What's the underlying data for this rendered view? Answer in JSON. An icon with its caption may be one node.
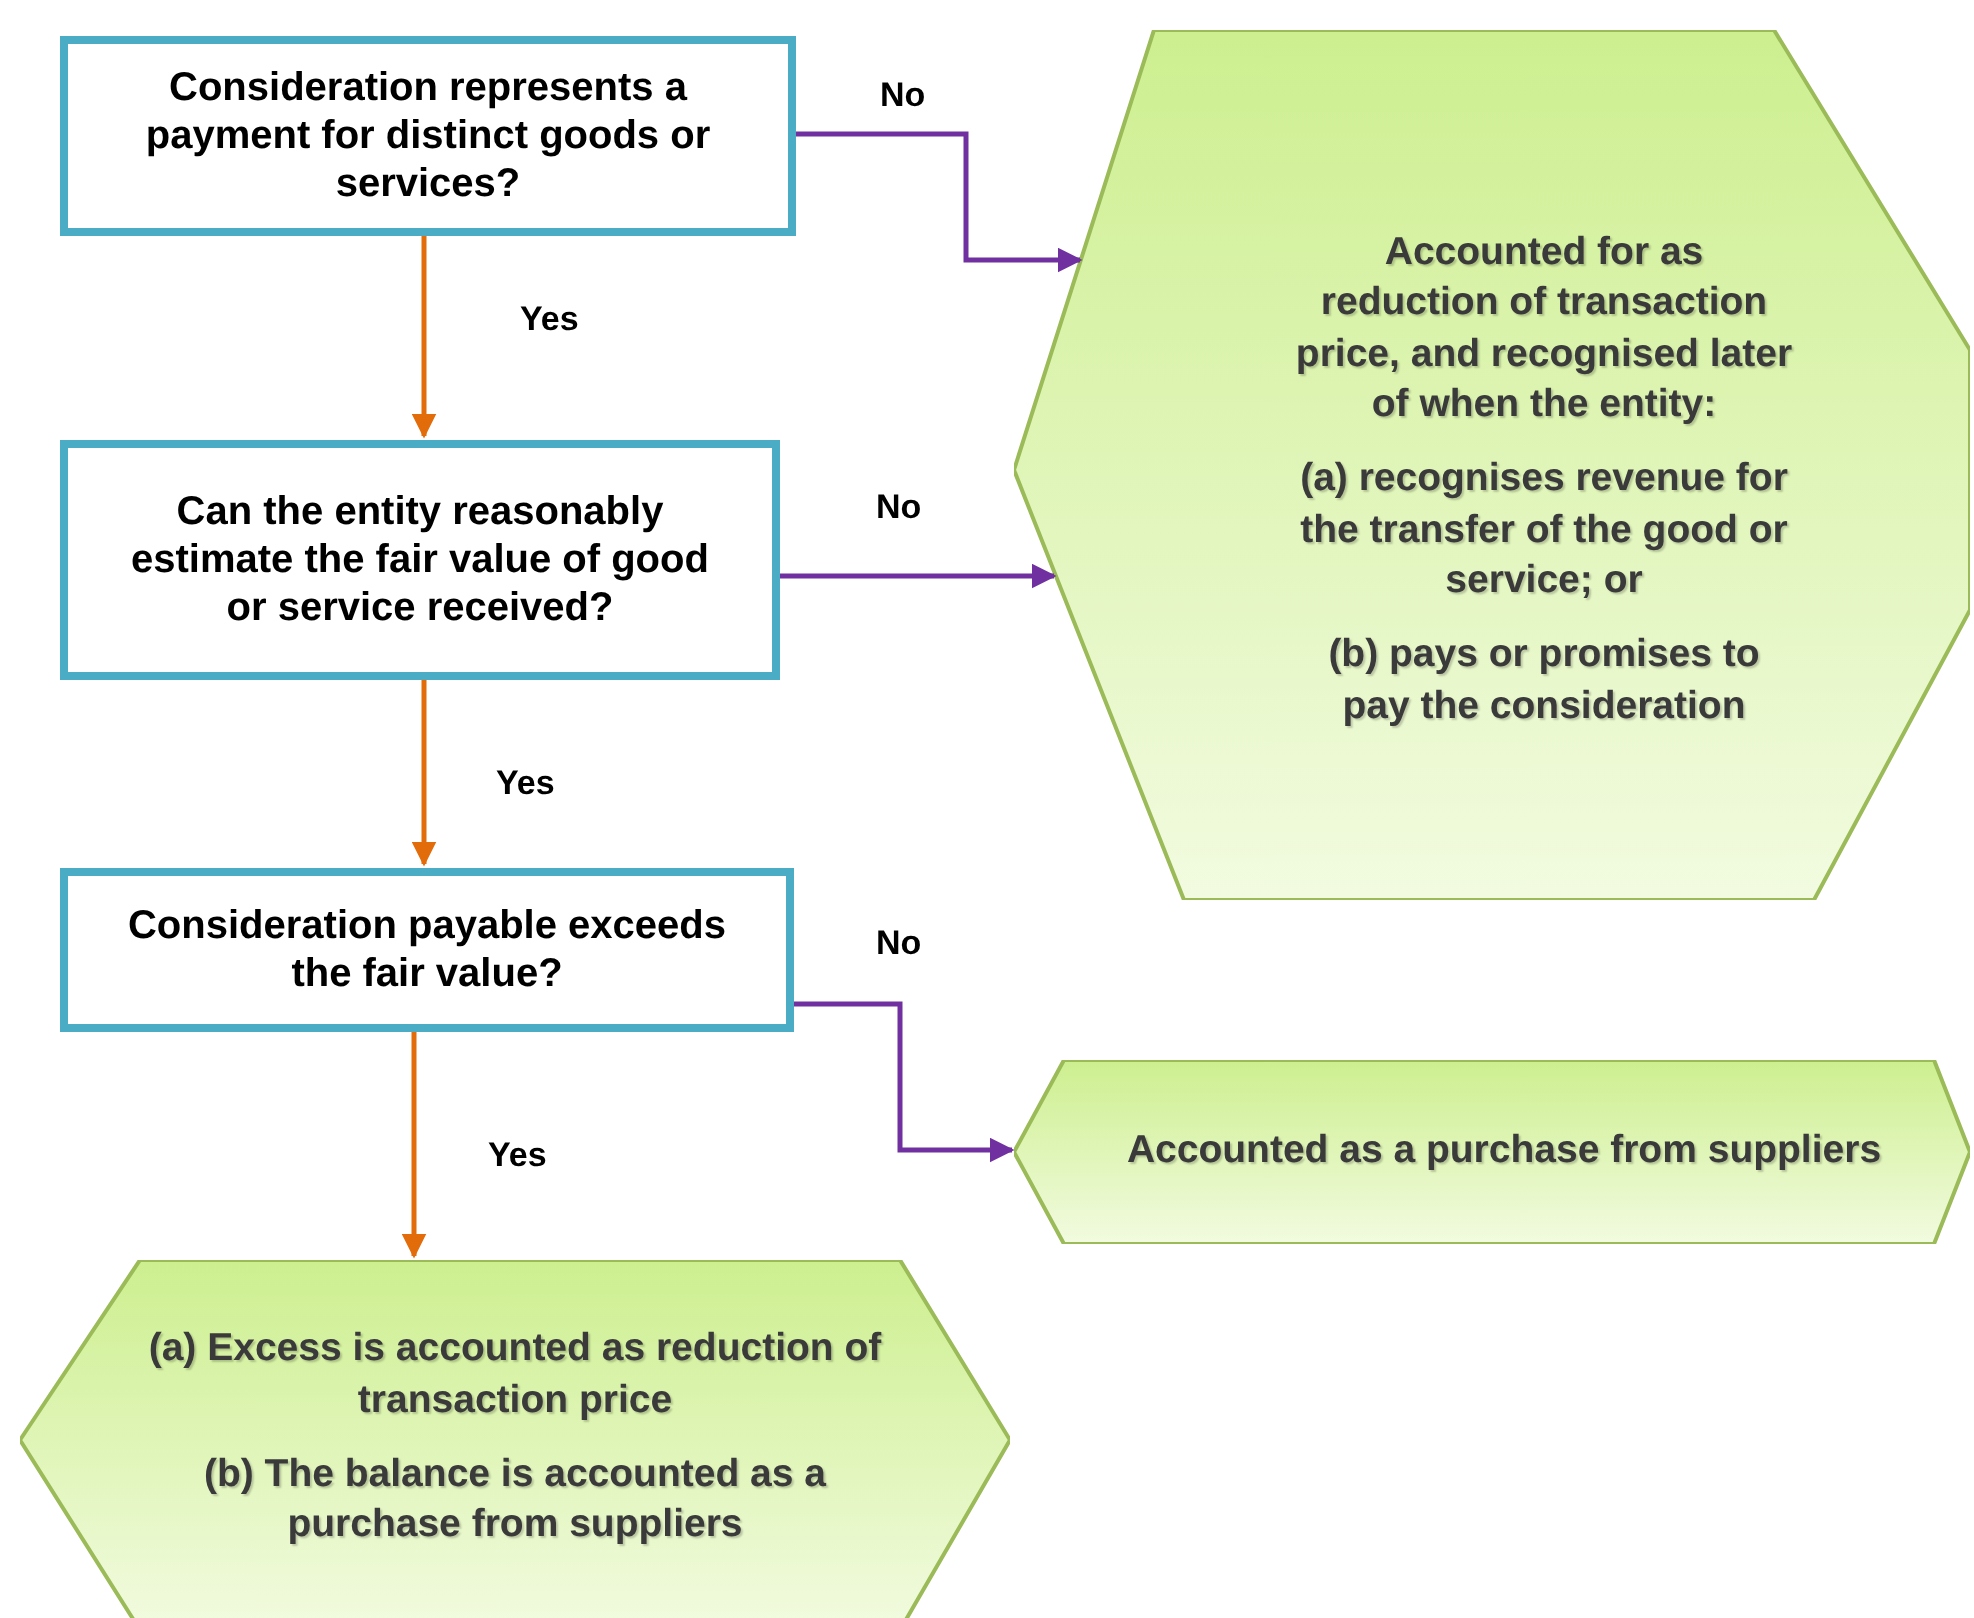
{
  "diagram": {
    "nodes": [
      {
        "text": [
          "Consideration represents a payment  for distinct goods or services?"
        ]
      },
      {
        "text": [
          "Can the entity reasonably estimate the fair value of good or service received?"
        ]
      },
      {
        "text": [
          "Consideration payable exceeds the fair value?"
        ]
      },
      {
        "text": [
          "Accounted for as reduction of transaction price, and recognised later of when the entity:",
          "(a) recognises revenue for the transfer of the good or service; or",
          "(b) pays or promises to pay the consideration"
        ]
      },
      {
        "text": [
          "Accounted as a purchase from suppliers"
        ]
      },
      {
        "text": [
          "(a) Excess is accounted as reduction of transaction price",
          "(b) The balance is accounted as a purchase from suppliers"
        ]
      }
    ],
    "edges": [
      {
        "from": 0,
        "to": 1,
        "arrow": "to",
        "label": "Yes",
        "color": "#e36c0a"
      },
      {
        "from": 0,
        "to": 3,
        "arrow": "to",
        "label": "No",
        "color": "#7030a0"
      },
      {
        "from": 1,
        "to": 2,
        "arrow": "to",
        "label": "Yes",
        "color": "#e36c0a"
      },
      {
        "from": 1,
        "to": 3,
        "arrow": "to",
        "label": "No",
        "color": "#7030a0"
      },
      {
        "from": 2,
        "to": 5,
        "arrow": "to",
        "label": "Yes",
        "color": "#e36c0a"
      },
      {
        "from": 2,
        "to": 4,
        "arrow": "to",
        "label": "No",
        "color": "#7030a0"
      }
    ]
  }
}
